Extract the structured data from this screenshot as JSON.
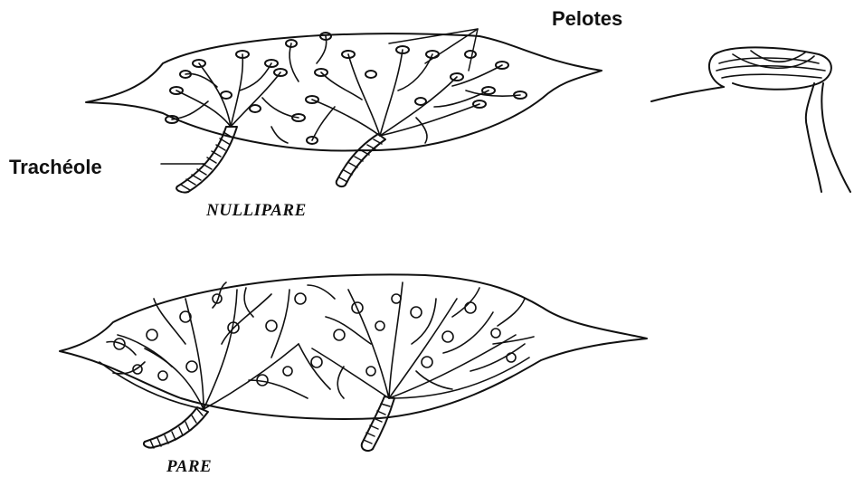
{
  "labels": {
    "pelotes": "Pelotes",
    "tracheole": "Trachéole",
    "nullipare": "NULLIPARE",
    "pare": "PARE"
  },
  "colors": {
    "ink": "#111111",
    "background": "#ffffff"
  }
}
